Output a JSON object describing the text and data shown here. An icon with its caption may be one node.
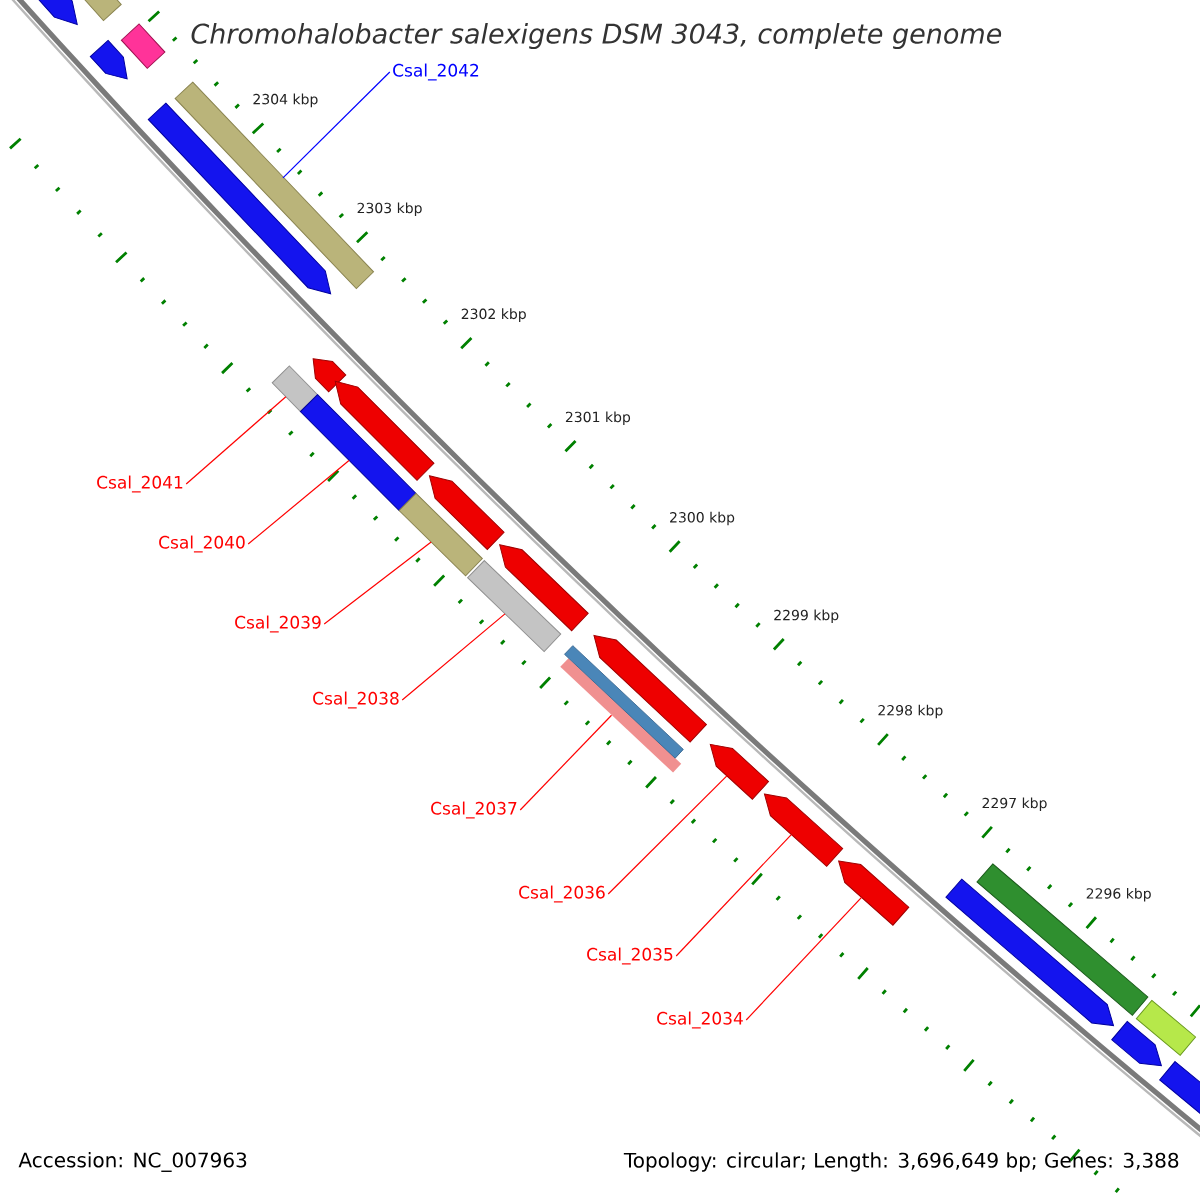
{
  "diagram": {
    "title": "Chromohalobacter salexigens DSM 3043, complete genome",
    "nodes": [
      {
        "text": [
          "Csal_2042"
        ]
      },
      {
        "text": [
          "Csal_2041"
        ]
      },
      {
        "text": [
          "Csal_2040"
        ]
      },
      {
        "text": [
          "Csal_2039"
        ]
      },
      {
        "text": [
          "Csal_2038"
        ]
      },
      {
        "text": [
          "Csal_2037"
        ]
      },
      {
        "text": [
          "Csal_2036"
        ]
      },
      {
        "text": [
          "Csal_2035"
        ]
      },
      {
        "text": [
          "Csal_2034"
        ]
      },
      {
        "text": [],
        "shape": "arrow"
      },
      {
        "text": [],
        "shape": "bar"
      },
      {
        "text": [],
        "shape": "arrow"
      },
      {
        "text": [],
        "shape": "bar"
      },
      {
        "text": [],
        "shape": "arrow"
      },
      {
        "text": [],
        "shape": "bar"
      },
      {
        "text": [],
        "shape": "bar"
      },
      {
        "text": [],
        "shape": "arrow"
      },
      {
        "text": [],
        "shape": "bar"
      },
      {
        "text": [],
        "shape": "arrow"
      },
      {
        "text": [],
        "shape": "arrow"
      },
      {
        "text": [],
        "shape": "bar"
      },
      {
        "text": [],
        "shape": "arrow"
      },
      {
        "text": [],
        "shape": "bar"
      },
      {
        "text": [],
        "shape": "bar"
      },
      {
        "text": [],
        "shape": "arrow"
      },
      {
        "text": [],
        "shape": "arrow"
      },
      {
        "text": [],
        "shape": "arrow"
      },
      {
        "text": [],
        "shape": "arrow"
      },
      {
        "text": [],
        "shape": "arrow"
      },
      {
        "text": [],
        "shape": "bar"
      },
      {
        "text": [],
        "shape": "arrow"
      },
      {
        "text": [],
        "shape": "bar"
      },
      {
        "text": [],
        "shape": "arrow"
      }
    ],
    "edges": [
      {
        "from": 0,
        "to": 14,
        "arrow": "none",
        "color": "#0000ff"
      },
      {
        "from": 1,
        "to": 15,
        "arrow": "none"
      },
      {
        "from": 2,
        "to": 17,
        "arrow": "none"
      },
      {
        "from": 3,
        "to": 20,
        "arrow": "none"
      },
      {
        "from": 4,
        "to": 22,
        "arrow": "none"
      },
      {
        "from": 5,
        "to": 23,
        "arrow": "none"
      },
      {
        "from": 6,
        "to": 25,
        "arrow": "none"
      },
      {
        "from": 7,
        "to": 26,
        "arrow": "none"
      },
      {
        "from": 8,
        "to": 27,
        "arrow": "none"
      }
    ],
    "labels": [
      "2304 kbp",
      "2303 kbp",
      "2302 kbp",
      "2301 kbp",
      "2300 kbp",
      "2299 kbp",
      "2298 kbp",
      "2297 kbp",
      "2296 kbp",
      "Accession: NC_007963",
      "Topology: circular; Length: 3,696,649 bp; Genes: 3,388"
    ]
  }
}
